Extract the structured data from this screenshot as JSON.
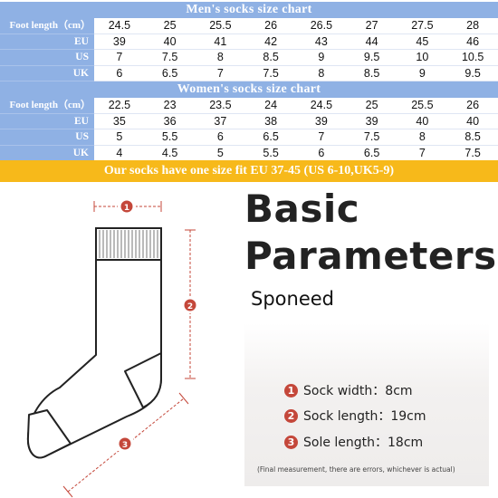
{
  "mens_chart": {
    "title": "Men's socks size chart",
    "rows": [
      {
        "label": "Foot length（cm）",
        "values": [
          "24.5",
          "25",
          "25.5",
          "26",
          "26.5",
          "27",
          "27.5",
          "28"
        ]
      },
      {
        "label": "EU",
        "values": [
          "39",
          "40",
          "41",
          "42",
          "43",
          "44",
          "45",
          "46"
        ]
      },
      {
        "label": "US",
        "values": [
          "7",
          "7.5",
          "8",
          "8.5",
          "9",
          "9.5",
          "10",
          "10.5"
        ]
      },
      {
        "label": "UK",
        "values": [
          "6",
          "6.5",
          "7",
          "7.5",
          "8",
          "8.5",
          "9",
          "9.5"
        ]
      }
    ]
  },
  "womens_chart": {
    "title": "Women's socks size chart",
    "rows": [
      {
        "label": "Foot length（cm）",
        "values": [
          "22.5",
          "23",
          "23.5",
          "24",
          "24.5",
          "25",
          "25.5",
          "26"
        ]
      },
      {
        "label": "EU",
        "values": [
          "35",
          "36",
          "37",
          "38",
          "39",
          "39",
          "40",
          "40"
        ]
      },
      {
        "label": "US",
        "values": [
          "5",
          "5.5",
          "6",
          "6.5",
          "7",
          "7.5",
          "8",
          "8.5"
        ]
      },
      {
        "label": "UK",
        "values": [
          "4",
          "4.5",
          "5",
          "5.5",
          "6",
          "6.5",
          "7",
          "7.5"
        ]
      }
    ]
  },
  "banner": "Our socks have one size fit EU 37-45 (US 6-10,UK5-9)",
  "title_line1": "Basic",
  "title_line2": "Parameters",
  "brand": "Sponeed",
  "diagram_markers": [
    "1",
    "2",
    "3"
  ],
  "parameters": [
    {
      "num": "1",
      "text": "Sock width：8cm"
    },
    {
      "num": "2",
      "text": "Sock length：19cm"
    },
    {
      "num": "3",
      "text": "Sole length：18cm"
    }
  ],
  "note": "(Final measurement, there are errors, whichever is actual)",
  "colors": {
    "table_header": "#8fb1e4",
    "banner": "#f7b91a",
    "marker": "#c4473a"
  }
}
